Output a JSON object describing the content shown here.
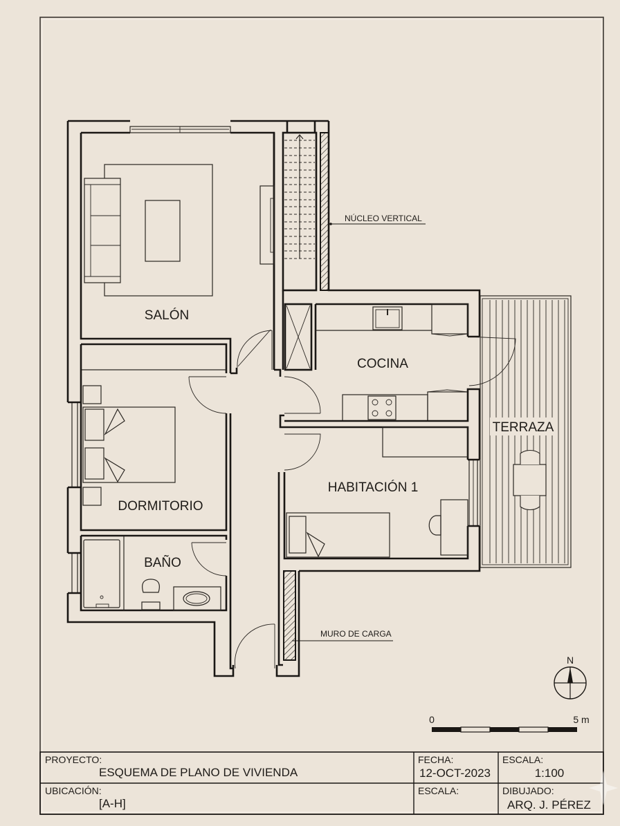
{
  "drawing": {
    "rooms": {
      "salon": "SALÓN",
      "cocina": "COCINA",
      "dormitorio": "DORMITORIO",
      "bano": "BAÑO",
      "habitacion1": "HABITACIÓN 1",
      "terraza": "TERRAZA"
    },
    "annotations": {
      "nucleo_vertical": "NÚCLEO VERTICAL",
      "muro_de_carga": "MURO DE CARGA"
    },
    "north_arrow": {
      "label": "N"
    },
    "scale_bar": {
      "start": "0",
      "end": "5 m",
      "segments": 5
    }
  },
  "title_block": {
    "proyecto_label": "PROYECTO:",
    "proyecto_value": "ESQUEMA DE PLANO DE VIVIENDA",
    "fecha_label": "FECHA:",
    "fecha_value": "12-OCT-2023",
    "escala_label": "ESCALA:",
    "escala_value": "1:100",
    "ubicacion_label": "UBICACIÓN:",
    "ubicacion_value": "[A-H]",
    "escala2_label": "ESCALA:",
    "escala2_value": "",
    "dibujado_label": "DIBUJADO:",
    "dibujado_value": "ARQ. J. PÉREZ"
  },
  "colors": {
    "paper": "#ece4d9",
    "ink": "#1a1714"
  }
}
